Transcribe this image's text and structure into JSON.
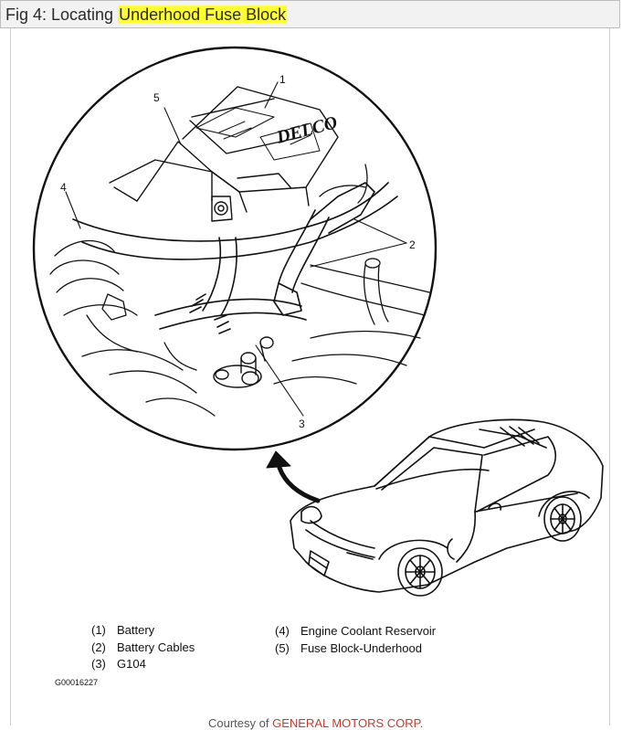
{
  "title": {
    "prefix": "Fig 4: Locating ",
    "highlight": "Underhood Fuse Block",
    "highlight_color": "#ffff33"
  },
  "callouts": [
    "1",
    "2",
    "3",
    "4",
    "5"
  ],
  "legend": {
    "left": [
      {
        "num": "(1)",
        "label": "Battery"
      },
      {
        "num": "(2)",
        "label": "Battery Cables"
      },
      {
        "num": "(3)",
        "label": "G104"
      }
    ],
    "right": [
      {
        "num": "(4)",
        "label": "Engine Coolant Reservoir"
      },
      {
        "num": "(5)",
        "label": "Fuse Block-Underhood"
      }
    ]
  },
  "figure_code": "G00016227",
  "credit": {
    "prefix": "Courtesy of ",
    "company": "GENERAL MOTORS CORP."
  },
  "battery_brand": "DELCO",
  "colors": {
    "line": "#111111",
    "credit_company": "#c43b2f"
  }
}
